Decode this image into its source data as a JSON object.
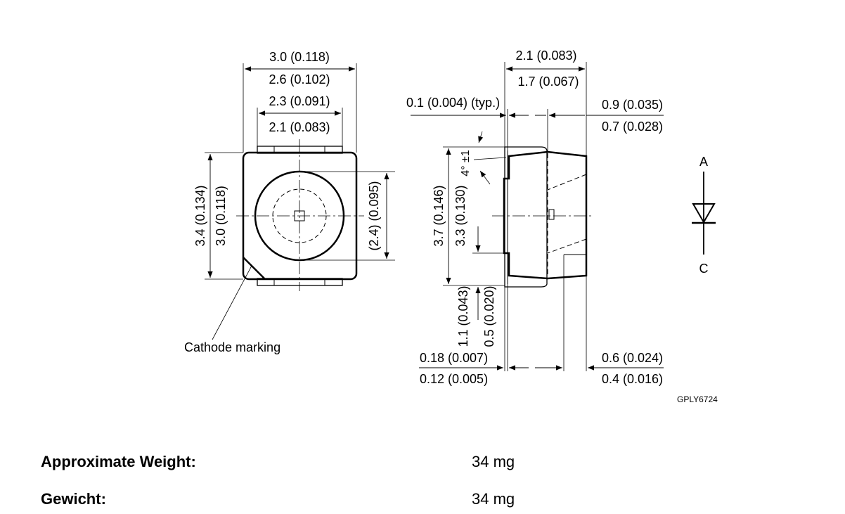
{
  "front_view": {
    "dims": {
      "overall_width_max": "3.0 (0.118)",
      "overall_width_min": "2.6 (0.102)",
      "pad_width_max": "2.3 (0.091)",
      "pad_width_min": "2.1 (0.083)",
      "height_max": "3.4 (0.134)",
      "height_min": "3.0 (0.118)",
      "lens_diameter": "(2.4) (0.095)"
    },
    "cathode_label": "Cathode marking"
  },
  "side_view": {
    "dims": {
      "width_max": "2.1 (0.083)",
      "width_min": "1.7 (0.067)",
      "lead_offset": "0.1 (0.004) (typ.)",
      "top_lead_max": "0.9 (0.035)",
      "top_lead_min": "0.7 (0.028)",
      "angle": "4° ±1",
      "height_max": "3.7 (0.146)",
      "height_min": "3.3 (0.130)",
      "lead_height_max": "1.1 (0.043)",
      "lead_height_min": "0.5 (0.020)",
      "lead_thickness_max": "0.18 (0.007)",
      "lead_thickness_min": "0.12 (0.005)",
      "bottom_lead_max": "0.6 (0.024)",
      "bottom_lead_min": "0.4 (0.016)"
    }
  },
  "symbol": {
    "anode": "A",
    "cathode": "C"
  },
  "drawing_code": "GPLY6724",
  "specs": [
    {
      "label": "Approximate Weight:",
      "value": "34 mg"
    },
    {
      "label": "Gewicht:",
      "value": "34 mg"
    }
  ]
}
